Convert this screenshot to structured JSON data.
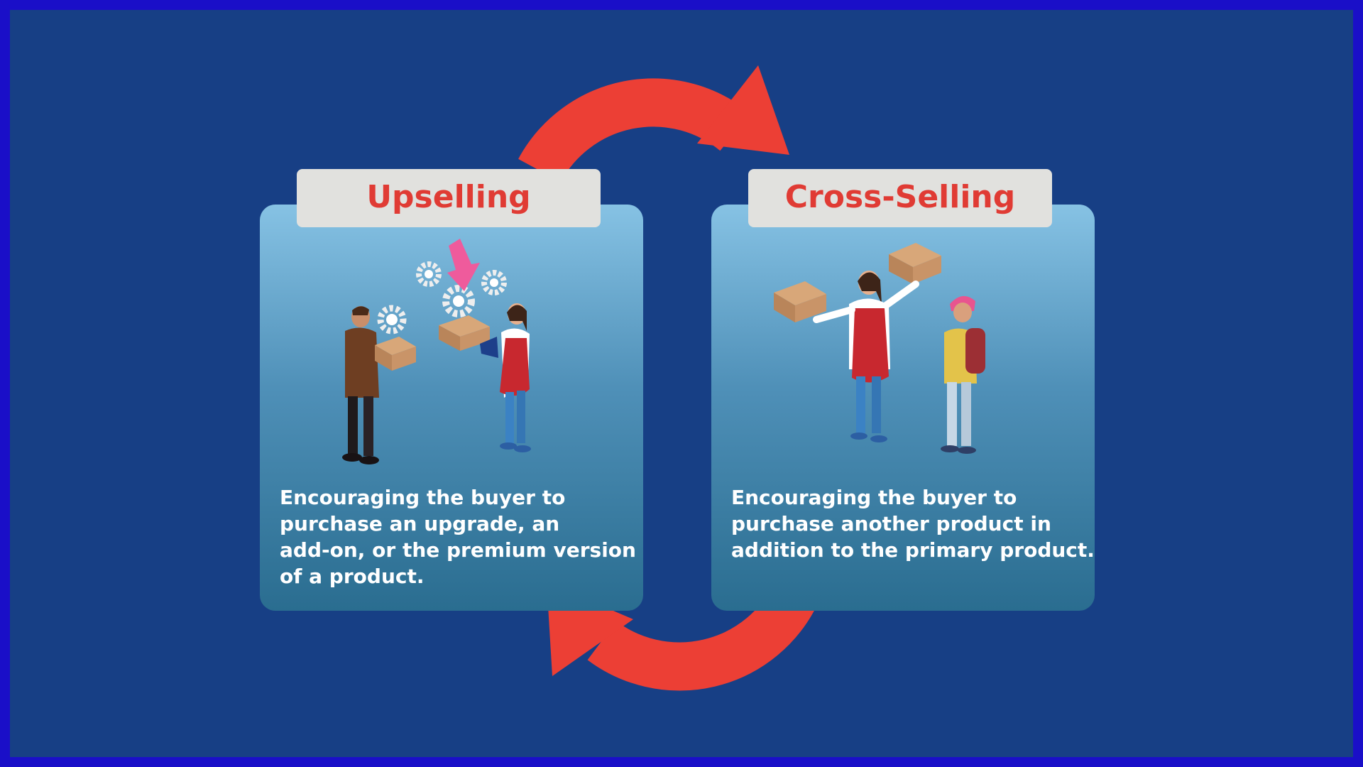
{
  "colors": {
    "outer_border": "#1a0fc8",
    "background": "#173f85",
    "arrow": "#ec3f35",
    "tab": "#e1e1de",
    "title": "#e03b34",
    "card_top": "#86c2e4",
    "card_bottom": "#2a6d90",
    "text": "#ffffff"
  },
  "upselling": {
    "title": "Upselling",
    "description_lines": [
      "Encouraging the buyer to",
      "purchase an upgrade, an",
      "add-on, or the premium version",
      "of a product."
    ],
    "illustration": "salesperson-megaphone-upgrade-illustration"
  },
  "cross_selling": {
    "title": "Cross-Selling",
    "description_lines": [
      "Encouraging the buyer to",
      "purchase another product in",
      "addition to the primary product."
    ],
    "illustration": "salesperson-offering-boxes-illustration"
  },
  "arrows": {
    "top_icon": "curved-arrow-right-icon",
    "bottom_icon": "curved-arrow-left-icon"
  }
}
